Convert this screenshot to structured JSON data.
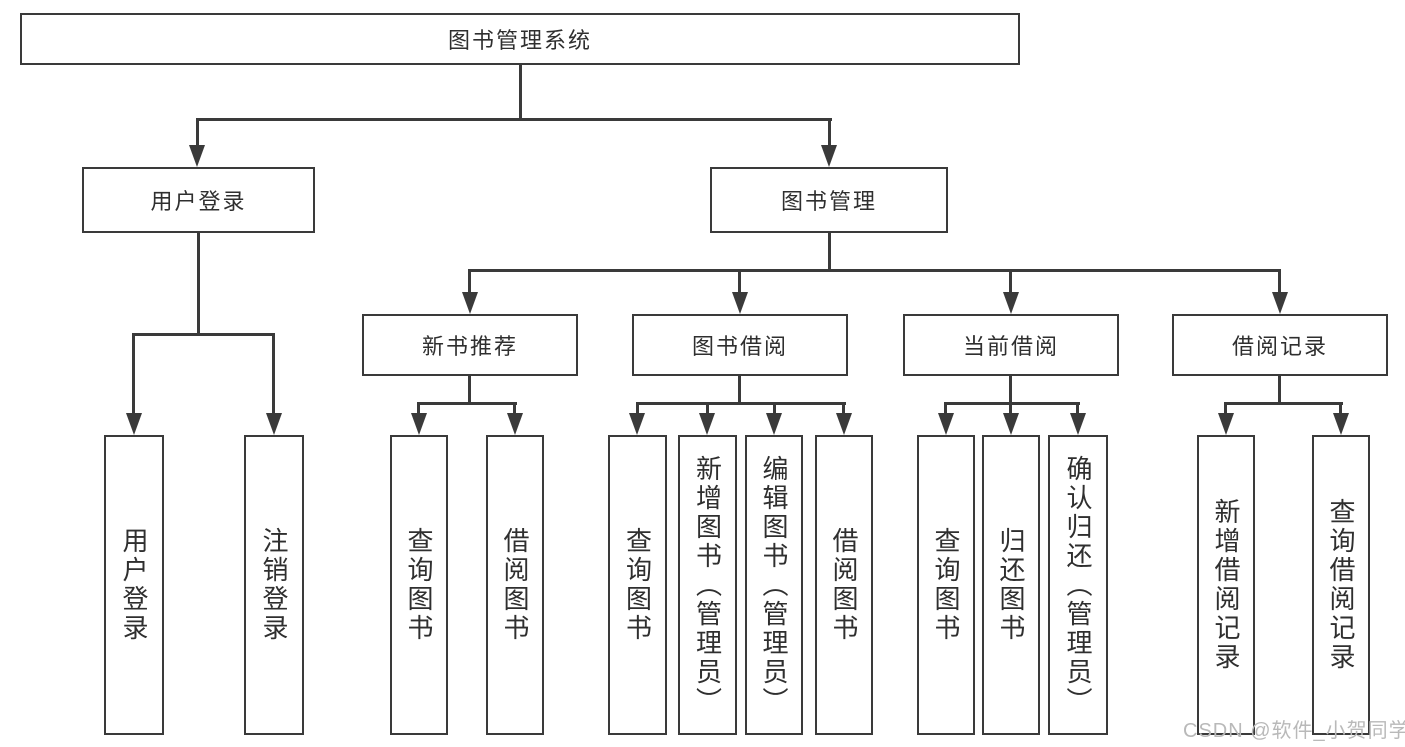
{
  "diagram": {
    "type": "hierarchy-tree",
    "colors": {
      "line": "#3a3a3a",
      "box_border": "#3a3a3a",
      "box_background": "#ffffff",
      "text": "#2f2f2f",
      "watermark": "#b9b9b9"
    },
    "nodes": {
      "root": {
        "label": "图书管理系统"
      },
      "user_login": {
        "label": "用户登录"
      },
      "book_mgmt": {
        "label": "图书管理"
      },
      "new_book_rec": {
        "label": "新书推荐"
      },
      "book_borrow": {
        "label": "图书借阅"
      },
      "current_borrow": {
        "label": "当前借阅"
      },
      "borrow_records": {
        "label": "借阅记录"
      },
      "ul_login": {
        "label": "用户登录"
      },
      "ul_logout": {
        "label": "注销登录"
      },
      "nb_query": {
        "label": "查询图书"
      },
      "nb_borrow": {
        "label": "借阅图书"
      },
      "bb_query": {
        "label": "查询图书"
      },
      "bb_add": {
        "label": "新增图书（管理员）"
      },
      "bb_edit": {
        "label": "编辑图书（管理员）"
      },
      "bb_borrow": {
        "label": "借阅图书"
      },
      "cb_query": {
        "label": "查询图书"
      },
      "cb_return": {
        "label": "归还图书"
      },
      "cb_confirm": {
        "label": "确认归还（管理员）"
      },
      "br_add": {
        "label": "新增借阅记录"
      },
      "br_query": {
        "label": "查询借阅记录"
      }
    },
    "edges": [
      "root->user_login",
      "root->book_mgmt",
      "user_login->ul_login",
      "user_login->ul_logout",
      "book_mgmt->new_book_rec",
      "book_mgmt->book_borrow",
      "book_mgmt->current_borrow",
      "book_mgmt->borrow_records",
      "new_book_rec->nb_query",
      "new_book_rec->nb_borrow",
      "book_borrow->bb_query",
      "book_borrow->bb_add",
      "book_borrow->bb_edit",
      "book_borrow->bb_borrow",
      "current_borrow->cb_query",
      "current_borrow->cb_return",
      "current_borrow->cb_confirm",
      "borrow_records->br_add",
      "borrow_records->br_query"
    ],
    "watermark": "CSDN @软件_小贺同学"
  }
}
